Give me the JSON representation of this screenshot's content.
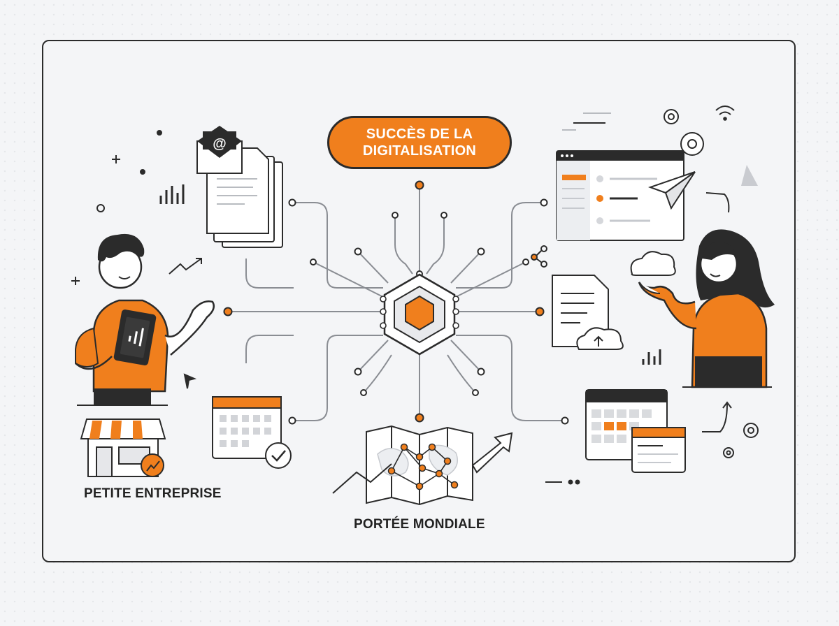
{
  "title": "SUCCÈS DE LA DIGITALISATION",
  "labels": {
    "left": "PETITE ENTREPRISE",
    "bottom": "PORTÉE MONDIALE"
  },
  "email_symbol": "@",
  "colors": {
    "accent": "#f07f1d",
    "ink": "#2b2b2b",
    "background": "#f4f5f7",
    "line": "#8a8d93"
  }
}
